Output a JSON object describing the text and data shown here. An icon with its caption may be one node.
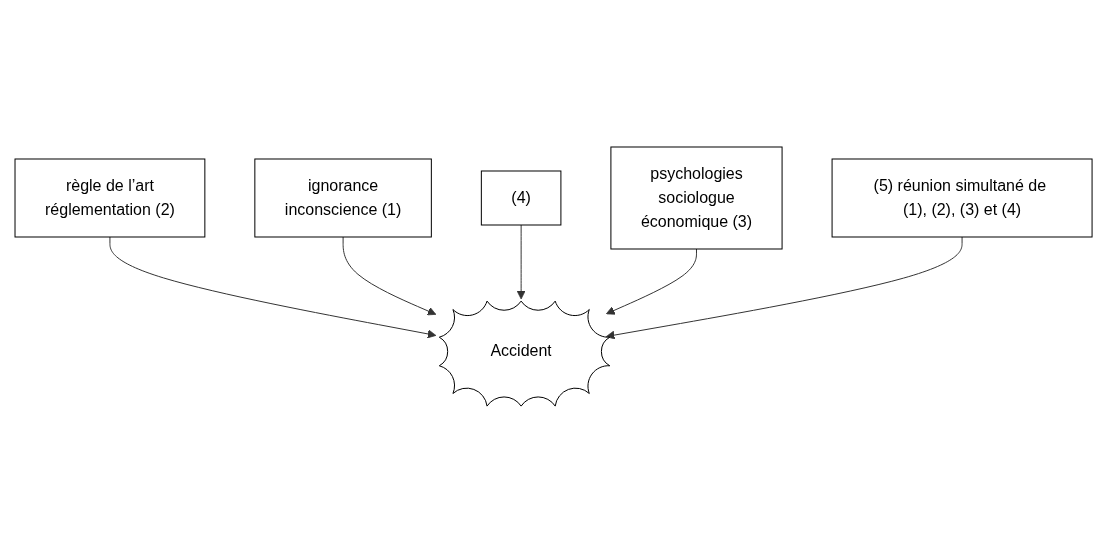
{
  "diagram": {
    "nodes": [
      {
        "text": [
          "règle de l’art",
          "réglementation (2)"
        ]
      },
      {
        "text": [
          "ignorance",
          "inconscience (1)"
        ]
      },
      {
        "text": [
          "Accident"
        ]
      },
      {
        "text": [
          "(4)"
        ]
      },
      {
        "text": [
          "psychologies",
          "sociologue",
          "économique (3)"
        ]
      },
      {
        "text": [
          "(5) réunion simultané de (1), (2), (3) et (4)"
        ]
      }
    ],
    "edges": [
      {
        "from": 0,
        "to": 2,
        "arrow": "to"
      },
      {
        "from": 1,
        "to": 2,
        "arrow": "to"
      },
      {
        "from": 3,
        "to": 2,
        "arrow": "to"
      },
      {
        "from": 4,
        "to": 2,
        "arrow": "to"
      },
      {
        "from": 5,
        "to": 2,
        "arrow": "to"
      }
    ]
  }
}
